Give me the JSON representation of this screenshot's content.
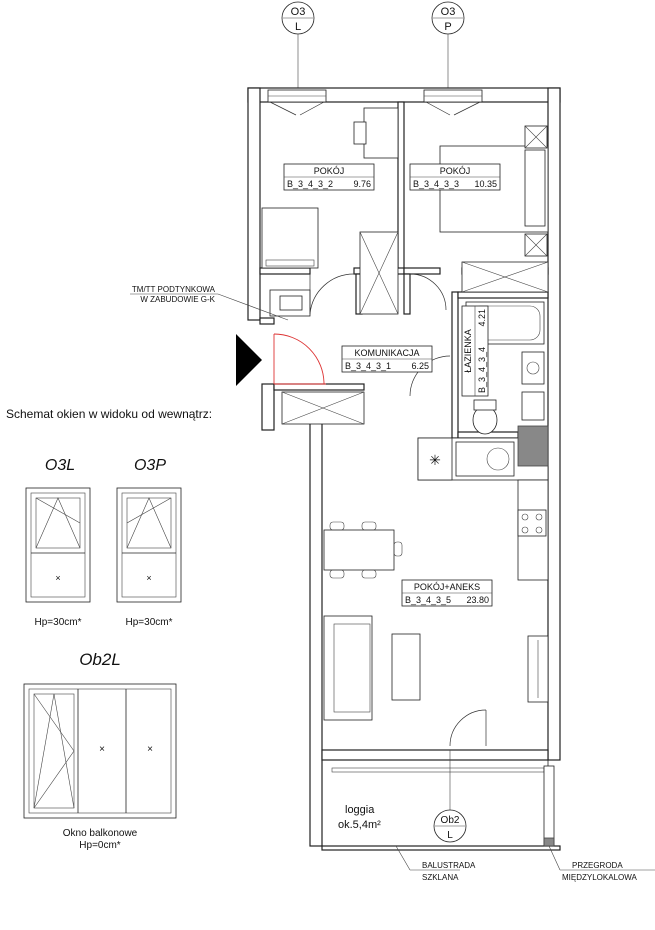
{
  "window_tags": [
    {
      "id": "o3l-top",
      "line1": "O3",
      "line2": "L"
    },
    {
      "id": "o3p-top",
      "line1": "O3",
      "line2": "P"
    },
    {
      "id": "ob2l-bottom",
      "line1": "Ob2",
      "line2": "L"
    }
  ],
  "rooms": [
    {
      "name": "POKÓJ",
      "code": "B_3_4_3_2",
      "area": "9.76"
    },
    {
      "name": "POKÓJ",
      "code": "B_3_4_3_3",
      "area": "10.35"
    },
    {
      "name": "KOMUNIKACJA",
      "code": "B_3_4_3_1",
      "area": "6.25"
    },
    {
      "name": "ŁAZIENKA",
      "code": "B_3_4_3_4",
      "area": "4.21"
    },
    {
      "name": "POKÓJ+ANEKS",
      "code": "B_3_4_3_5",
      "area": "23.80"
    }
  ],
  "annotations": {
    "tm_line1": "TM/TT PODTYNKOWA",
    "tm_line2": "W ZABUDOWIE G-K",
    "loggia_line1": "loggia",
    "loggia_line2": "ok.5,4m²",
    "balustrada_line1": "BALUSTRADA",
    "balustrada_line2": "SZKLANA",
    "przegroda_line1": "PRZEGRODA",
    "przegroda_line2": "MIĘDZYLOKALOWA"
  },
  "schema": {
    "title": "Schemat okien w widoku od wewnątrz:",
    "o3l_label": "O3L",
    "o3p_label": "O3P",
    "ob2l_label": "Ob2L",
    "o3l_hp": "Hp=30cm*",
    "o3p_hp": "Hp=30cm*",
    "ob2l_caption": "Okno balkonowe",
    "ob2l_hp": "Hp=0cm*"
  }
}
